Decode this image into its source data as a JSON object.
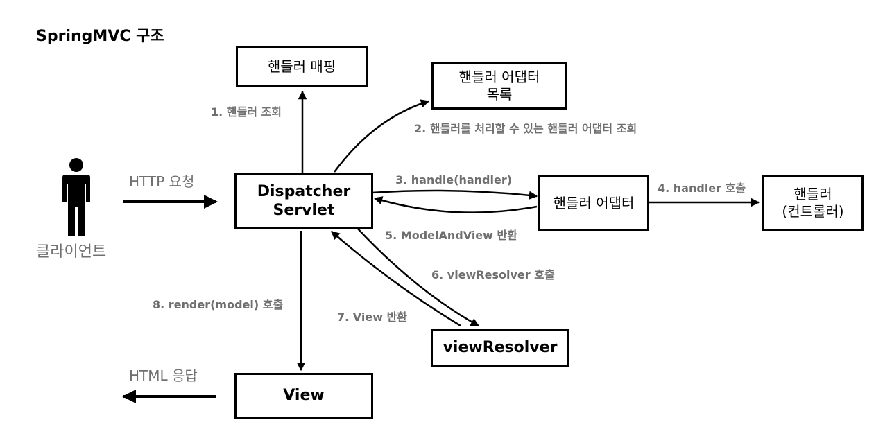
{
  "title": "SpringMVC 구조",
  "colors": {
    "stroke": "#000000",
    "label_gray": "#6f6f6f",
    "text_gray": "#707070"
  },
  "icons": {
    "client": "person-icon"
  },
  "nodes": {
    "handler_mapping": "핸들러 매핑",
    "handler_adapter_list_line1": "핸들러 어댑터",
    "handler_adapter_list_line2": "목록",
    "dispatcher_line1": "Dispatcher",
    "dispatcher_line2": "Servlet",
    "handler_adapter": "핸들러 어댑터",
    "handler_line1": "핸들러",
    "handler_line2": "(컨트롤러)",
    "view_resolver": "viewResolver",
    "view": "View"
  },
  "client_label": "클라이언트",
  "edges": {
    "http_request": "HTTP 요청",
    "html_response": "HTML 응답",
    "step1": "1. 핸들러 조회",
    "step2": "2. 핸들러를 처리할 수 있는 핸들러 어댑터 조회",
    "step3": "3. handle(handler)",
    "step4": "4. handler 호출",
    "step5": "5. ModelAndView 반환",
    "step6": "6. viewResolver 호출",
    "step7": "7. View 반환",
    "step8": "8. render(model) 호출"
  }
}
